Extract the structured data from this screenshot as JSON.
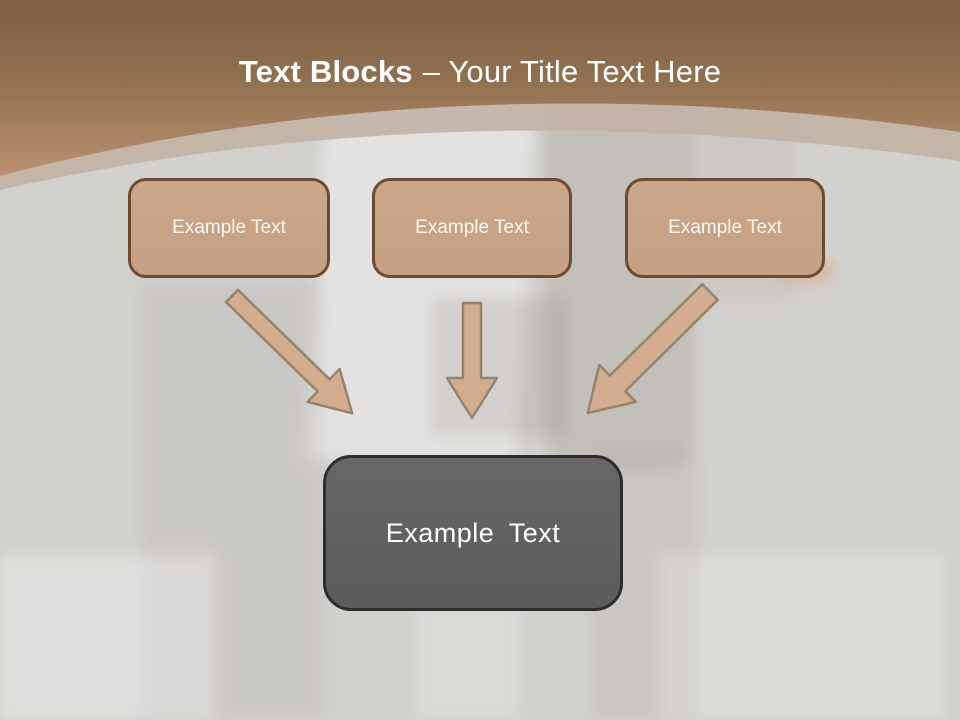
{
  "slide": {
    "title": {
      "emphasis": "Text Blocks",
      "rest": "– Your Title Text Here"
    },
    "diagram": {
      "type": "text-blocks-funnel",
      "source_blocks": [
        {
          "label": "Example Text"
        },
        {
          "label": "Example Text"
        },
        {
          "label": "Example Text"
        }
      ],
      "arrows": [
        {
          "direction": "down-right",
          "from": "block-1",
          "to": "target"
        },
        {
          "direction": "down",
          "from": "block-2",
          "to": "target"
        },
        {
          "direction": "down-left",
          "from": "block-3",
          "to": "target"
        }
      ],
      "target_block": {
        "label": "Example Text"
      }
    },
    "colors": {
      "header_brown_top": "#7d5f44",
      "header_brown_bottom": "#b98e6e",
      "curve_band_tan": "#c2b1a4",
      "canvas_gray": "#d3d1ce",
      "block_fill": "#c7a287",
      "block_border": "#6d4a31",
      "arrow_fill": "#d2ad8f",
      "arrow_outline": "#95836c",
      "target_fill": "#616161",
      "target_border": "#2d2d2d",
      "title_text": "#ffffff"
    }
  }
}
